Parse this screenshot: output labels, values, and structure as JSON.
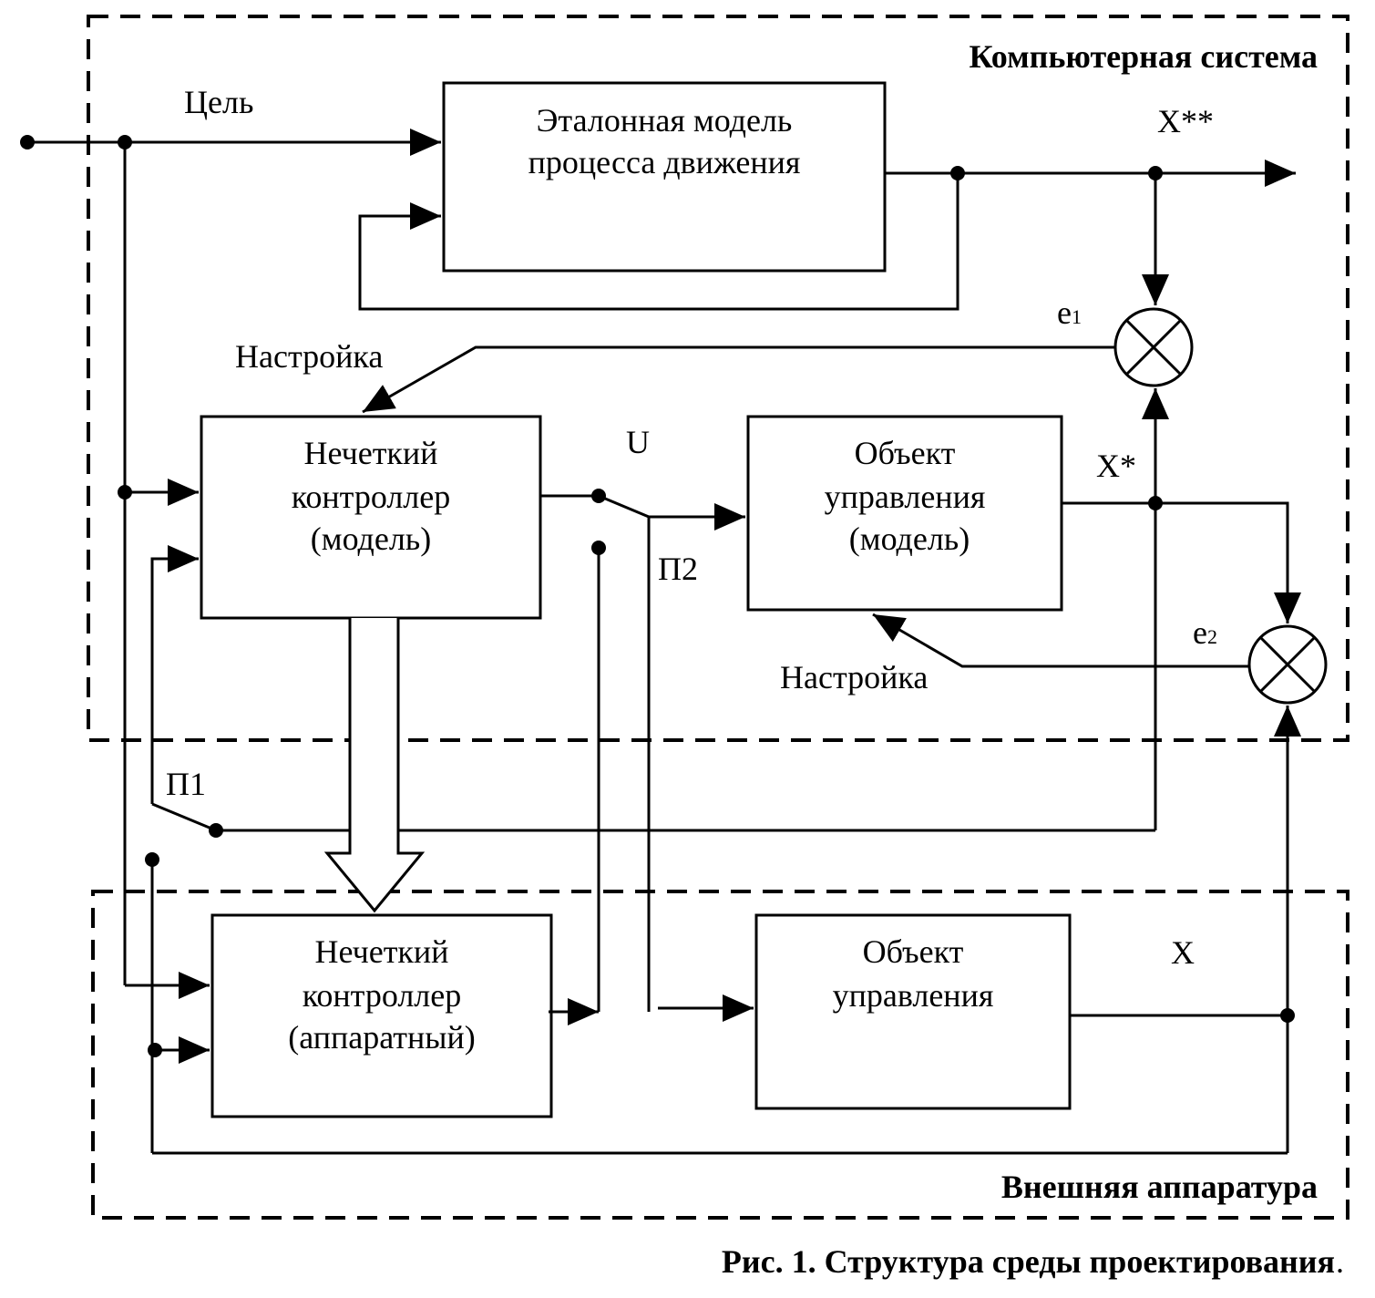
{
  "regions": {
    "computer_system": "Компьютерная система",
    "external_hardware": "Внешняя аппаратура"
  },
  "blocks": {
    "reference_model": [
      "Эталонная модель",
      "процесса движения"
    ],
    "fuzzy_controller_model": [
      "Нечеткий",
      "контроллер",
      "(модель)"
    ],
    "control_object_model": [
      "Объект",
      "управления",
      "(модель)"
    ],
    "fuzzy_controller_hw": [
      "Нечеткий",
      "контроллер",
      "(аппаратный)"
    ],
    "control_object": [
      "Объект",
      "управления"
    ]
  },
  "labels": {
    "goal": "Цель",
    "x_double_star": "X**",
    "x_star": "X*",
    "x": "X",
    "u": "U",
    "e1_base": "e",
    "e1_sub": "1",
    "e2_base": "e",
    "e2_sub": "2",
    "tuning_1": "Настройка",
    "tuning_2": "Настройка",
    "switch_p1": "П1",
    "switch_p2": "П2"
  },
  "caption": {
    "main": "Рис. 1. Структура среды проектирования",
    "end": "."
  }
}
